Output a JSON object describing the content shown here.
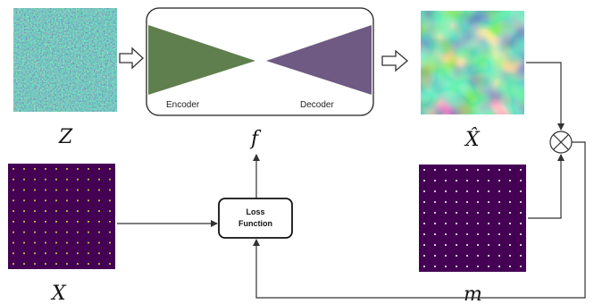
{
  "labels": {
    "z": "Z",
    "f": "f",
    "x_hat": "X̂",
    "x": "X",
    "m": "m"
  },
  "model": {
    "encoder_label": "Encoder",
    "decoder_label": "Decoder",
    "encoder_color": "#5f7f4e",
    "decoder_color": "#6e5a82"
  },
  "loss": {
    "line1": "Loss",
    "line2": "Function"
  },
  "colors": {
    "viridis_dark": "#440154",
    "viridis_yellow": "#fde725",
    "arrow": "#333333"
  },
  "icons": {
    "multiply": "circle-times-icon"
  }
}
